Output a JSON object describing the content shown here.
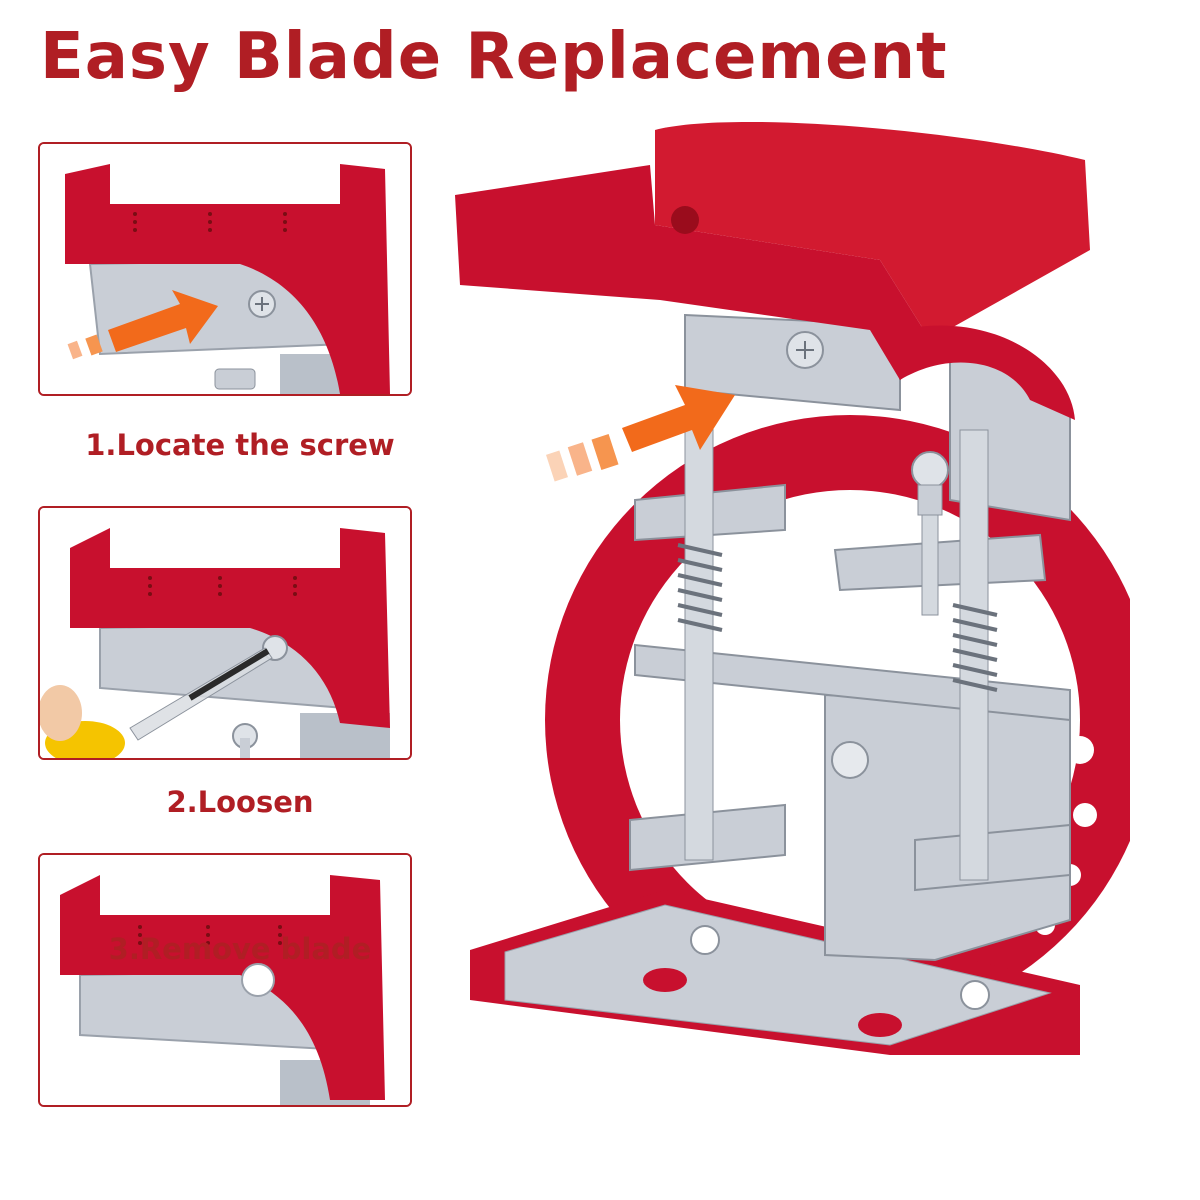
{
  "title": "Easy Blade Replacement",
  "steps": [
    {
      "caption": "1.Locate the screw"
    },
    {
      "caption": "2.Loosen"
    },
    {
      "caption": "3.Remove blade"
    }
  ],
  "colors": {
    "accent": "#b01e24",
    "plastic_red": "#c8102e",
    "steel": "#c9ced6",
    "arrow_orange": "#f26a1b"
  },
  "icons": [
    "arrow-icon",
    "screw-icon",
    "screwdriver-icon",
    "blade-icon"
  ]
}
